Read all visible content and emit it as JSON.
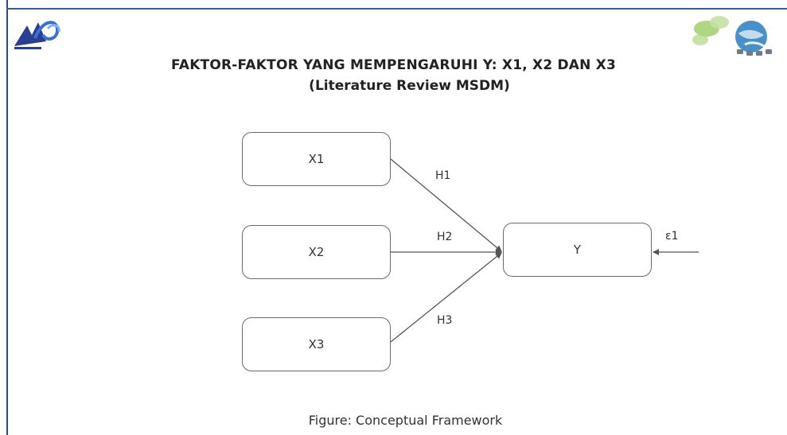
{
  "diagram": {
    "title": "FAKTOR-FAKTOR YANG MEMPENGARUHI Y: X1, X2 DAN X3",
    "subtitle": "(Literature Review MSDM)",
    "caption": "Figure: Conceptual Framework",
    "nodes": {
      "x1": "X1",
      "x2": "X2",
      "x3": "X3",
      "y": "Y"
    },
    "edges": [
      {
        "from": "X1",
        "to": "Y",
        "label": "H1"
      },
      {
        "from": "X2",
        "to": "Y",
        "label": "H2"
      },
      {
        "from": "X3",
        "to": "Y",
        "label": "H3"
      }
    ],
    "error_term": {
      "label": "ε1",
      "to": "Y"
    },
    "edge_labels": {
      "h1": "H1",
      "h2": "H2",
      "h3": "H3",
      "e1": "ε1"
    }
  },
  "logos": {
    "left": "institution-logo",
    "right": "globe-leaves-logo"
  },
  "colors": {
    "frame": "#2d4a8a",
    "box_border": "#6a6a6a",
    "arrow": "#555555",
    "text": "#222222"
  }
}
